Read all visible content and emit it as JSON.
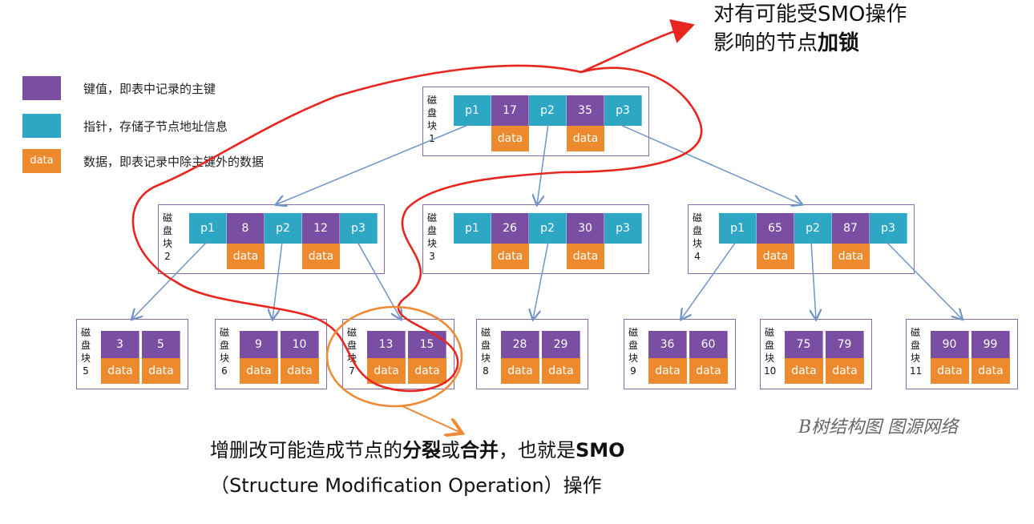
{
  "legend": [
    {
      "kind": "key",
      "text": "键值，即表中记录的主键"
    },
    {
      "kind": "pointer",
      "text": "指针，存储子节点地址信息"
    },
    {
      "kind": "data",
      "swatch_label": "data",
      "text": "数据，即表记录中除主键外的数据"
    }
  ],
  "colors": {
    "key": "#7a4ea3",
    "pointer": "#2da7c4",
    "data": "#ee8a2e",
    "red_annotation": "#e8261f",
    "orange_annotation": "#ef8a35"
  },
  "block_label_prefix": "磁盘块",
  "data_label": "data",
  "nodes": {
    "b1": {
      "num": "1",
      "p": [
        "p1",
        "p2",
        "p3"
      ],
      "keys": [
        "17",
        "35"
      ]
    },
    "b2": {
      "num": "2",
      "p": [
        "p1",
        "p2",
        "p3"
      ],
      "keys": [
        "8",
        "12"
      ]
    },
    "b3": {
      "num": "3",
      "p": [
        "p1",
        "p2",
        "p3"
      ],
      "keys": [
        "26",
        "30"
      ]
    },
    "b4": {
      "num": "4",
      "p": [
        "p1",
        "p2",
        "p3"
      ],
      "keys": [
        "65",
        "87"
      ]
    },
    "b5": {
      "num": "5",
      "keys": [
        "3",
        "5"
      ]
    },
    "b6": {
      "num": "6",
      "keys": [
        "9",
        "10"
      ]
    },
    "b7": {
      "num": "7",
      "keys": [
        "13",
        "15"
      ]
    },
    "b8": {
      "num": "8",
      "keys": [
        "28",
        "29"
      ]
    },
    "b9": {
      "num": "9",
      "keys": [
        "36",
        "60"
      ]
    },
    "b10": {
      "num": "10",
      "keys": [
        "75",
        "79"
      ]
    },
    "b11": {
      "num": "11",
      "keys": [
        "90",
        "99"
      ]
    }
  },
  "annotations": {
    "top_line1": "对有可能受SMO操作",
    "top_line2_normal": "影响的节点",
    "top_line2_bold": "加锁",
    "bottom_line1_a": "增删改可能造成节点的",
    "bottom_line1_b": "分裂",
    "bottom_line1_c": "或",
    "bottom_line1_d": "合并",
    "bottom_line1_e": "，也就是",
    "bottom_line1_f": "SMO",
    "bottom_line2": "（Structure Modification Operation）操作"
  },
  "caption": "B树结构图 图源网络"
}
